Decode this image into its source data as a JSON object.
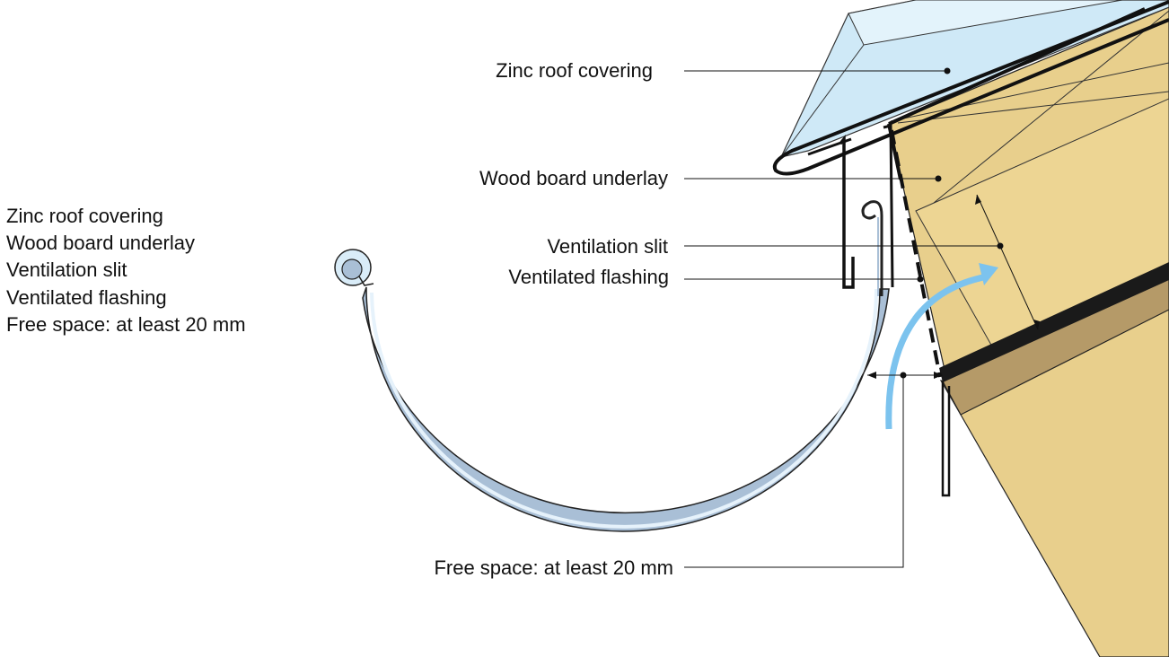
{
  "legend": {
    "items": [
      "Zinc roof covering",
      "Wood board underlay",
      "Ventilation slit",
      "Ventilated flashing",
      "Free space: at least 20 mm"
    ]
  },
  "callouts": {
    "zinc_roof_covering": "Zinc roof covering",
    "wood_board_underlay": "Wood board underlay",
    "ventilation_slit": "Ventilation slit",
    "ventilated_flashing": "Ventilated flashing",
    "free_space": "Free space: at least 20 mm"
  },
  "colors": {
    "zinc": "#cfe9f7",
    "wood": "#e8cf8c",
    "fascia": "#b59a68",
    "gutter": "#a9bfd6",
    "airflow": "#7cc3ee",
    "line": "#111111"
  }
}
